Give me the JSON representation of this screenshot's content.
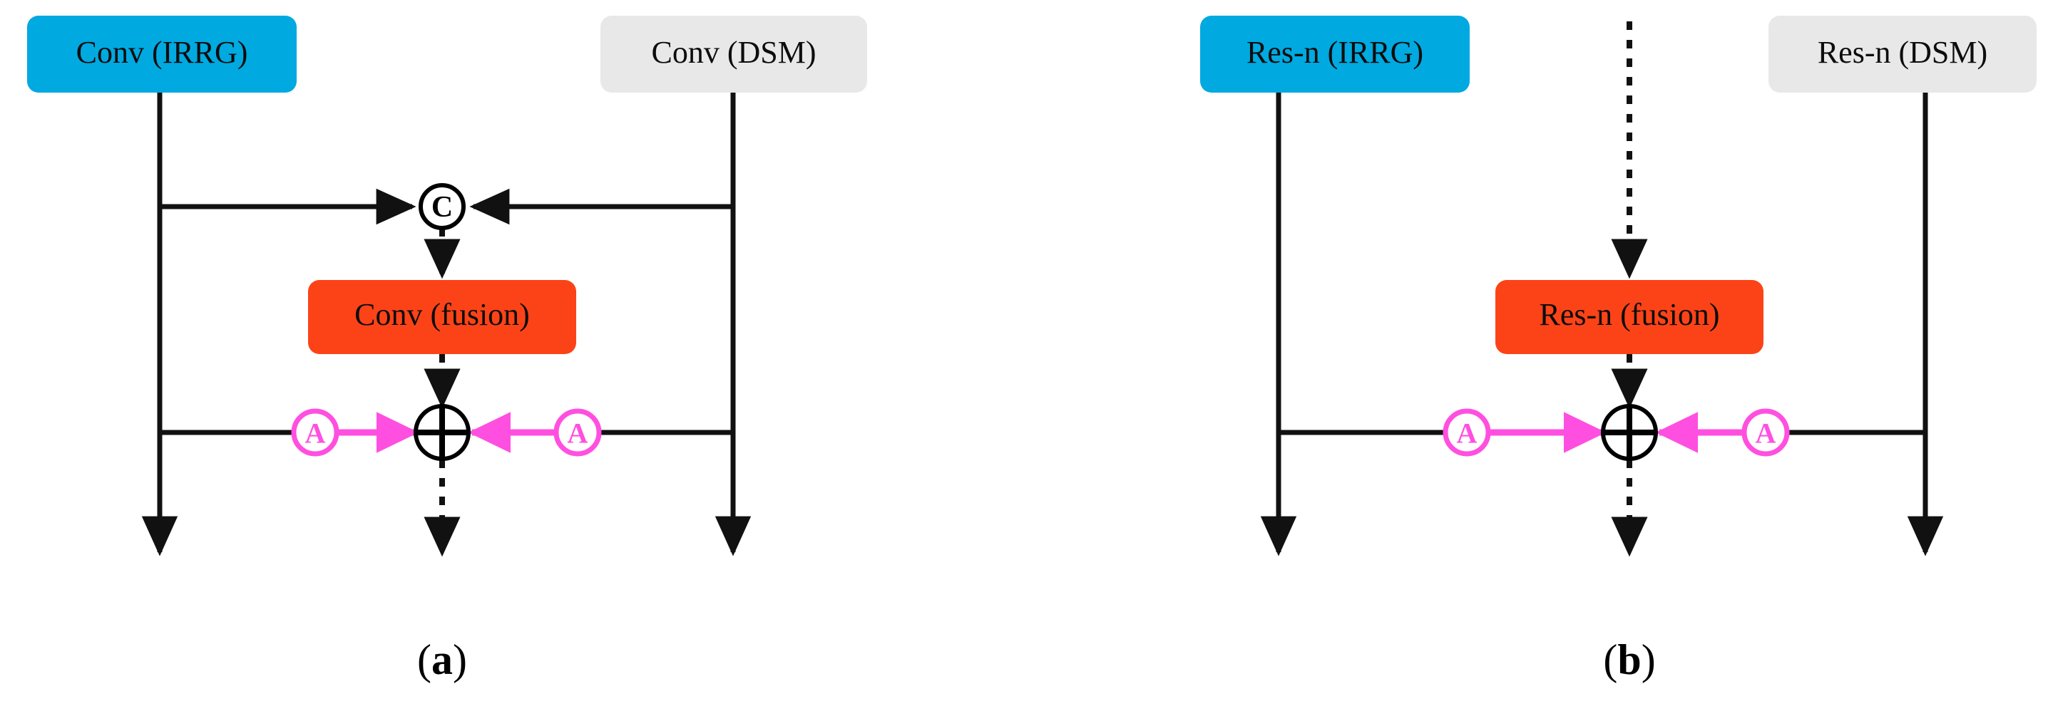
{
  "figure": {
    "background_color": "#ffffff",
    "panels": [
      {
        "id": "panel-a",
        "caption": "(a)",
        "caption_letter": "a",
        "nodes": {
          "left_input": {
            "label": "Conv (IRRG)",
            "color": "#00A9E0",
            "text_color": "#0d0d0d"
          },
          "right_input": {
            "label": "Conv (DSM)",
            "color": "#E8E8E8",
            "text_color": "#0d0d0d"
          },
          "fusion": {
            "label": "Conv (fusion)",
            "color": "#FC4318",
            "text_color": "#0d0d0d"
          },
          "concat_op": {
            "glyph": "C",
            "name": "concatenation",
            "color": "#000000"
          },
          "sum_op": {
            "glyph": "+",
            "name": "element-wise-sum",
            "color": "#000000"
          },
          "attention_left": {
            "glyph": "A",
            "name": "attention",
            "color": "#FF4FE0"
          },
          "attention_right": {
            "glyph": "A",
            "name": "attention",
            "color": "#FF4FE0"
          }
        }
      },
      {
        "id": "panel-b",
        "caption": "(b)",
        "caption_letter": "b",
        "nodes": {
          "left_input": {
            "label": "Res-n (IRRG)",
            "color": "#00A9E0",
            "text_color": "#0d0d0d"
          },
          "right_input": {
            "label": "Res-n (DSM)",
            "color": "#E8E8E8",
            "text_color": "#0d0d0d"
          },
          "fusion": {
            "label": "Res-n (fusion)",
            "color": "#FC4318",
            "text_color": "#0d0d0d"
          },
          "sum_op": {
            "glyph": "+",
            "name": "element-wise-sum",
            "color": "#000000"
          },
          "attention_left": {
            "glyph": "A",
            "name": "attention",
            "color": "#FF4FE0"
          },
          "attention_right": {
            "glyph": "A",
            "name": "attention",
            "color": "#FF4FE0"
          }
        }
      }
    ],
    "colors": {
      "irrg_blue": "#00A9E0",
      "dsm_gray": "#E8E8E8",
      "fusion_orange": "#FC4318",
      "attention_magenta": "#FF4FE0",
      "line_black": "#111111"
    }
  }
}
